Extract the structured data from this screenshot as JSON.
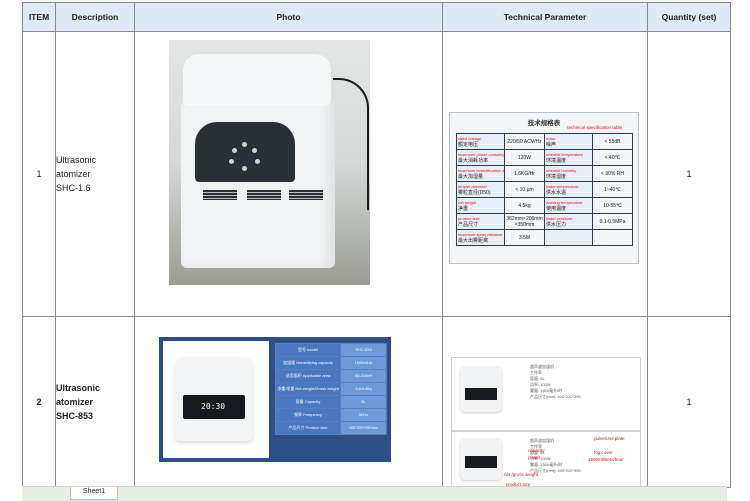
{
  "columns": {
    "item": "ITEM",
    "description": "Description",
    "photo": "Photo",
    "technical": "Technical Parameter",
    "quantity": "Quantity (set)"
  },
  "rows": [
    {
      "item": "1",
      "description": [
        "Ultrasonic",
        "atomizer",
        "SHC-1.6"
      ],
      "quantity": "1",
      "tech_sheet": {
        "title": "技术规格表",
        "title_en": "technical specification table",
        "specs": [
          {
            "label": "额定电压",
            "label_en": "rated voltage",
            "value": "220/50 ACV/Hz",
            "label2": "噪声",
            "label2_en": "noise",
            "value2": "< 55dB"
          },
          {
            "label": "最大消耗功率",
            "label_en": "maximum power consumption",
            "value": "120W",
            "label2": "环境温度",
            "label2_en": "ambient temperature",
            "value2": "< 40℃"
          },
          {
            "label": "最大加湿量",
            "label_en": "maximum humidification output",
            "value": "1.6KG/Hr",
            "label2": "环境湿度",
            "label2_en": "ambient humidity",
            "value2": "< 90% RH"
          },
          {
            "label": "雾粒直径(D50)",
            "label_en": "droplet diameter",
            "value": "< 10 μm",
            "label2": "供水水温",
            "label2_en": "water temperature",
            "value2": "1~40℃"
          },
          {
            "label": "净重",
            "label_en": "net weight",
            "value": "4.5kg",
            "label2": "使用温度",
            "label2_en": "working temperature",
            "value2": "10-55℃"
          },
          {
            "label": "产品尺寸",
            "label_en": "product size",
            "value": "362mm×206mm ×350mm",
            "label2": "供水压力",
            "label2_en": "water pressure",
            "value2": "0.1-0.5MPa"
          },
          {
            "label": "最大出雾距离",
            "label_en": "maximum spray distance",
            "value": "3.5M",
            "label2": "",
            "label2_en": "",
            "value2": ""
          }
        ]
      }
    },
    {
      "item": "2",
      "description": [
        "Ultrasonic",
        "atomizer",
        "SHC-853"
      ],
      "quantity": "1",
      "photo_time": "20:30",
      "photo_specs": [
        {
          "k": "型号 model",
          "v": "SHC-853"
        },
        {
          "k": "加湿量 Humidifying capacity",
          "v": "1500mL/h"
        },
        {
          "k": "适用面积 Applicable area",
          "v": "50-110m²"
        },
        {
          "k": "净重/毛重 Net weight/Gross weight",
          "v": "3.6/4.8kg"
        },
        {
          "k": "容量 Capacity",
          "v": "5L"
        },
        {
          "k": "频率 Frequency",
          "v": "50Hz"
        },
        {
          "k": "产品尺寸 Product size",
          "v": "400*220*350mm"
        }
      ],
      "tech_sheet_a": {
        "lines": [
          "超声波加湿机",
          "工作率",
          "容量: 6L",
          "功率: 100W",
          "雾量: 1500毫升/时",
          "产品尺寸(mm): 400*220*350"
        ]
      },
      "tech_sheet_b": {
        "lines": [
          "超声波加湿机",
          "工作率",
          "容量: 6L",
          "功率: 100W",
          "雾量: 1500毫升/时",
          "产品尺寸(mm): 400*220*350"
        ],
        "notes": {
          "pulverizer": "pulverizer plate",
          "capacity": "capacity",
          "power": "power",
          "fog": "fog cover",
          "fog_value": "1500ml/liters/hour",
          "weight": "net /gross weight",
          "size": "product size"
        }
      }
    }
  ],
  "sheet_tab": "Sheet1"
}
